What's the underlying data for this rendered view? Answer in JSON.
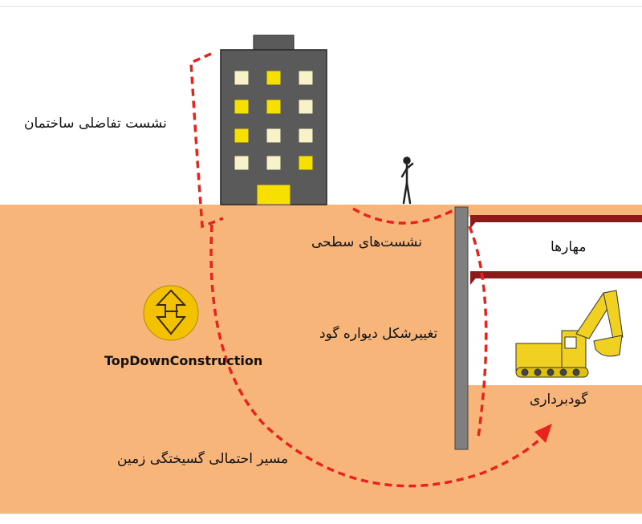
{
  "labels": {
    "building_settlement": "نشست تفاضلی ساختمان",
    "surface_settlement": "نشست‌های سطحی",
    "anchors": "مهارها",
    "wall_deformation": "تغییرشکل دیواره گود",
    "excavation": "گودبرداری",
    "failure_path": "مسیر احتمالی گسیختگی زمین"
  },
  "logo": {
    "brand_name": "TopDownConstruction"
  },
  "colors": {
    "soil": "#F7B57A",
    "sky": "#FFFFFF",
    "building": "#5A5A5A",
    "window_yellow": "#F5E000",
    "window_cream": "#F7F2C8",
    "failure_line": "#E8231D",
    "anchor": "#8B1A1A",
    "wall": "#7F7F7F",
    "excavator": "#F0D020",
    "logo_circle": "#F2C200"
  },
  "icons": [
    "building-icon",
    "person-icon",
    "excavator-icon",
    "logo-icon",
    "arrow-icon"
  ]
}
